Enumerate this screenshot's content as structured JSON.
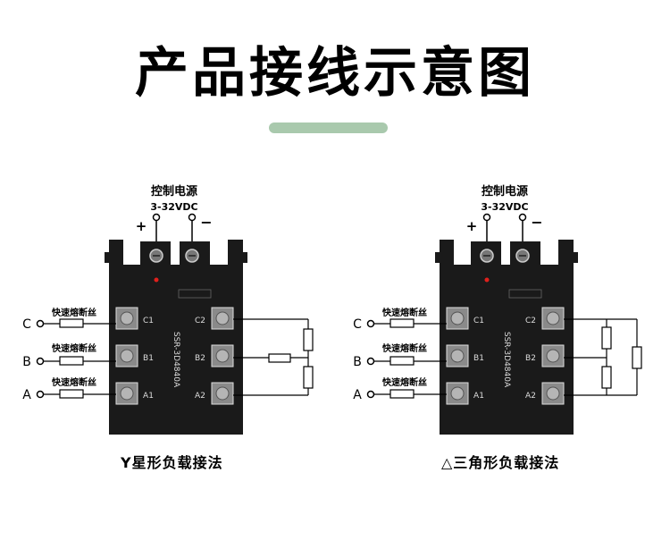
{
  "title": "产品接线示意图",
  "diagrams": [
    {
      "control_label": "控制电源",
      "voltage_label": "3-32VDC",
      "plus": "+",
      "minus": "−",
      "fuse_label": "快速熔断丝",
      "phases": [
        "C",
        "B",
        "A"
      ],
      "left_terminals": [
        "C1",
        "B1",
        "A1"
      ],
      "right_terminals": [
        "C2",
        "B2",
        "A2"
      ],
      "model": "SSR-3D4840A",
      "caption": "Y星形负载接法"
    },
    {
      "control_label": "控制电源",
      "voltage_label": "3-32VDC",
      "plus": "+",
      "minus": "−",
      "fuse_label": "快速熔断丝",
      "phases": [
        "C",
        "B",
        "A"
      ],
      "left_terminals": [
        "C1",
        "B1",
        "A1"
      ],
      "right_terminals": [
        "C2",
        "B2",
        "A2"
      ],
      "model": "SSR-3D4840A",
      "caption": "△三角形负载接法"
    }
  ],
  "colors": {
    "accent_bar": "#a9c9ad",
    "relay_body": "#1a1a1a",
    "led": "#e0201c"
  }
}
